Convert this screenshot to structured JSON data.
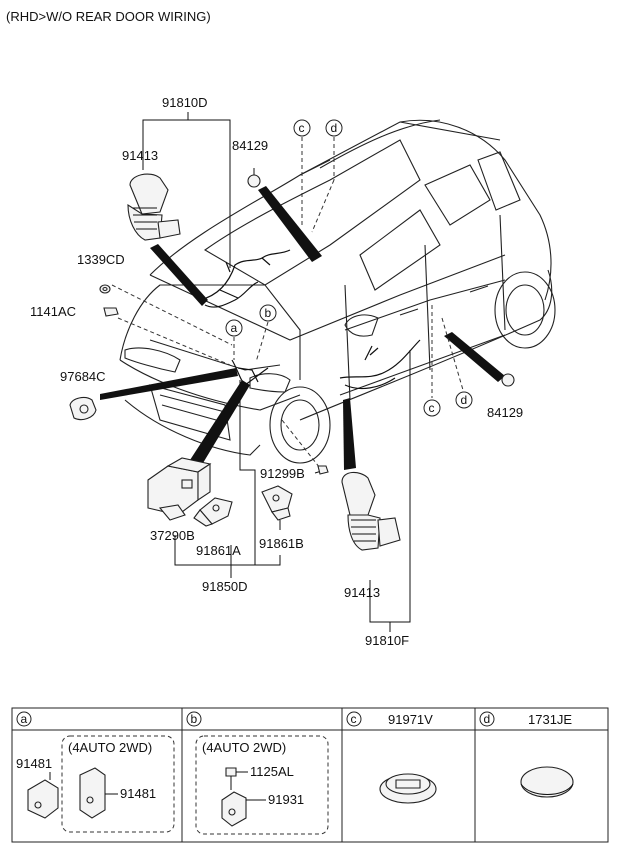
{
  "title": "(RHD>W/O REAR DOOR WIRING)",
  "labels": {
    "p91810D": "91810D",
    "p91413_top": "91413",
    "p84129_top": "84129",
    "p1339CD": "1339CD",
    "p1141AC": "1141AC",
    "p97684C": "97684C",
    "p37290B": "37290B",
    "p91861A": "91861A",
    "p91861B": "91861B",
    "p91850D": "91850D",
    "p91299B": "91299B",
    "p91413_bottom": "91413",
    "p91810F": "91810F",
    "p84129_right": "84129"
  },
  "callouts": {
    "a": "a",
    "b": "b",
    "c": "c",
    "d": "d"
  },
  "table": {
    "cells": [
      {
        "letter": "a",
        "part": "",
        "variant": "(4AUTO 2WD)",
        "parts": [
          "91481",
          "91481"
        ]
      },
      {
        "letter": "b",
        "part": "",
        "variant": "(4AUTO 2WD)",
        "parts": [
          "1125AL",
          "91931"
        ]
      },
      {
        "letter": "c",
        "part": "91971V"
      },
      {
        "letter": "d",
        "part": "1731JE"
      }
    ]
  }
}
